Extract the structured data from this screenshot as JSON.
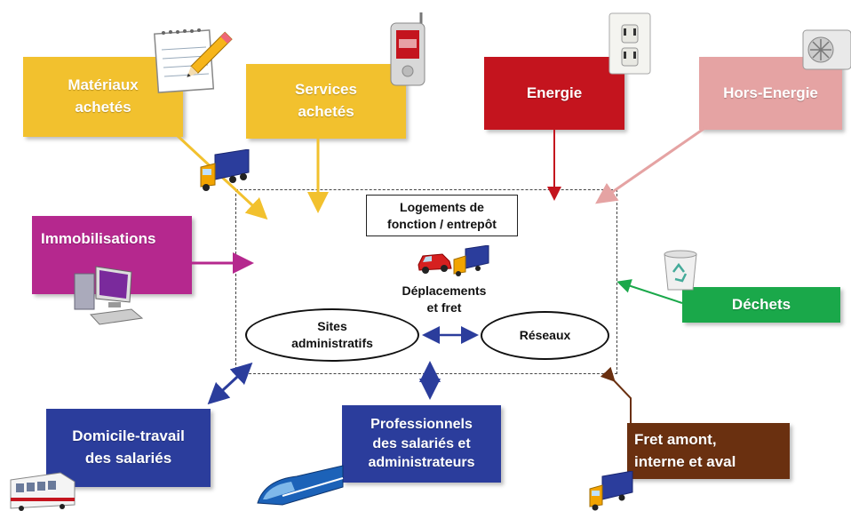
{
  "boxes": {
    "materiaux": "Matériaux\nachetés",
    "services": "Services\nachetés",
    "energie": "Energie",
    "hors_energie": "Hors-Energie",
    "immobilisations": "Immobilisations",
    "dechets": "Déchets",
    "domicile": "Domicile-travail\ndes salariés",
    "professionnels": "Professionnels\ndes salariés et\nadministrateurs",
    "fret": "Fret amont,\ninterne et aval"
  },
  "center": {
    "logements": "Logements de\nfonction / entrepôt",
    "deplacements": "Déplacements\net fret",
    "sites": "Sites\nadministratifs",
    "reseaux": "Réseaux"
  },
  "colors": {
    "yellow": "#f2c12e",
    "red": "#c4141e",
    "pink": "#e5a3a3",
    "magenta": "#b5288e",
    "green": "#1aa84a",
    "blue": "#2b3d9c",
    "brown": "#6a3010"
  },
  "icons": [
    "notepad-pencil-icon",
    "mobile-phone-icon",
    "power-outlet-icon",
    "air-conditioner-icon",
    "truck-icon",
    "computer-icon",
    "recycle-bin-icon",
    "car-icon",
    "bus-icon",
    "train-icon"
  ]
}
